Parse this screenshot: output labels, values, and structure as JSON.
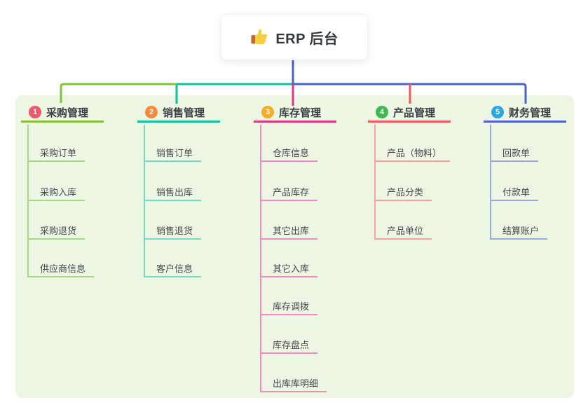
{
  "root": {
    "label": "ERP 后台",
    "icon": "thumbs-up-icon"
  },
  "palette": {
    "panel_bg": "#ecf6e2",
    "trunk_blue": "#4a62cf",
    "branch_colors": [
      "#82c33e",
      "#12bfa6",
      "#e0338f",
      "#f25858",
      "#4a62cf"
    ],
    "item_line_colors": [
      "#aad786",
      "#76d9c5",
      "#ef8cc3",
      "#f6a2a0",
      "#97abe2"
    ],
    "badge_colors": [
      "#f2566b",
      "#f7883c",
      "#f9ac25",
      "#41b751",
      "#2aa7df"
    ]
  },
  "branches": [
    {
      "num": "1",
      "title": "采购管理",
      "items": [
        "采购订单",
        "采购入库",
        "采购退货",
        "供应商信息"
      ]
    },
    {
      "num": "2",
      "title": "销售管理",
      "items": [
        "销售订单",
        "销售出库",
        "销售退货",
        "客户信息"
      ]
    },
    {
      "num": "3",
      "title": "库存管理",
      "items": [
        "仓库信息",
        "产品库存",
        "其它出库",
        "其它入库",
        "库存调拨",
        "库存盘点",
        "出库库明细"
      ]
    },
    {
      "num": "4",
      "title": "产品管理",
      "items": [
        "产品（物料）",
        "产品分类",
        "产品单位"
      ]
    },
    {
      "num": "5",
      "title": "财务管理",
      "items": [
        "回款单",
        "付款单",
        "结算账户"
      ]
    }
  ]
}
